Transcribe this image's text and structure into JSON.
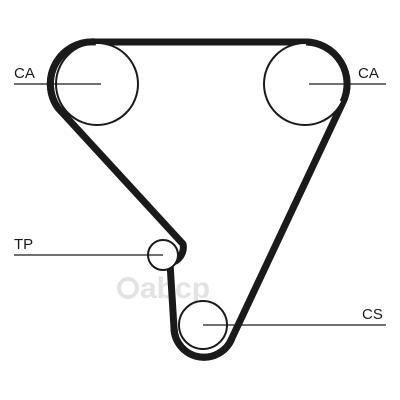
{
  "labels": {
    "ca_left": "CA",
    "ca_right": "CA",
    "tp": "TP",
    "cs": "CS"
  },
  "watermark": {
    "text": "abcp"
  },
  "colors": {
    "belt": "#1a1a1a",
    "pulley_outline": "#1a1a1a",
    "leader_line": "#1a1a1a",
    "watermark": "#e3e3e3",
    "background": "#ffffff"
  }
}
